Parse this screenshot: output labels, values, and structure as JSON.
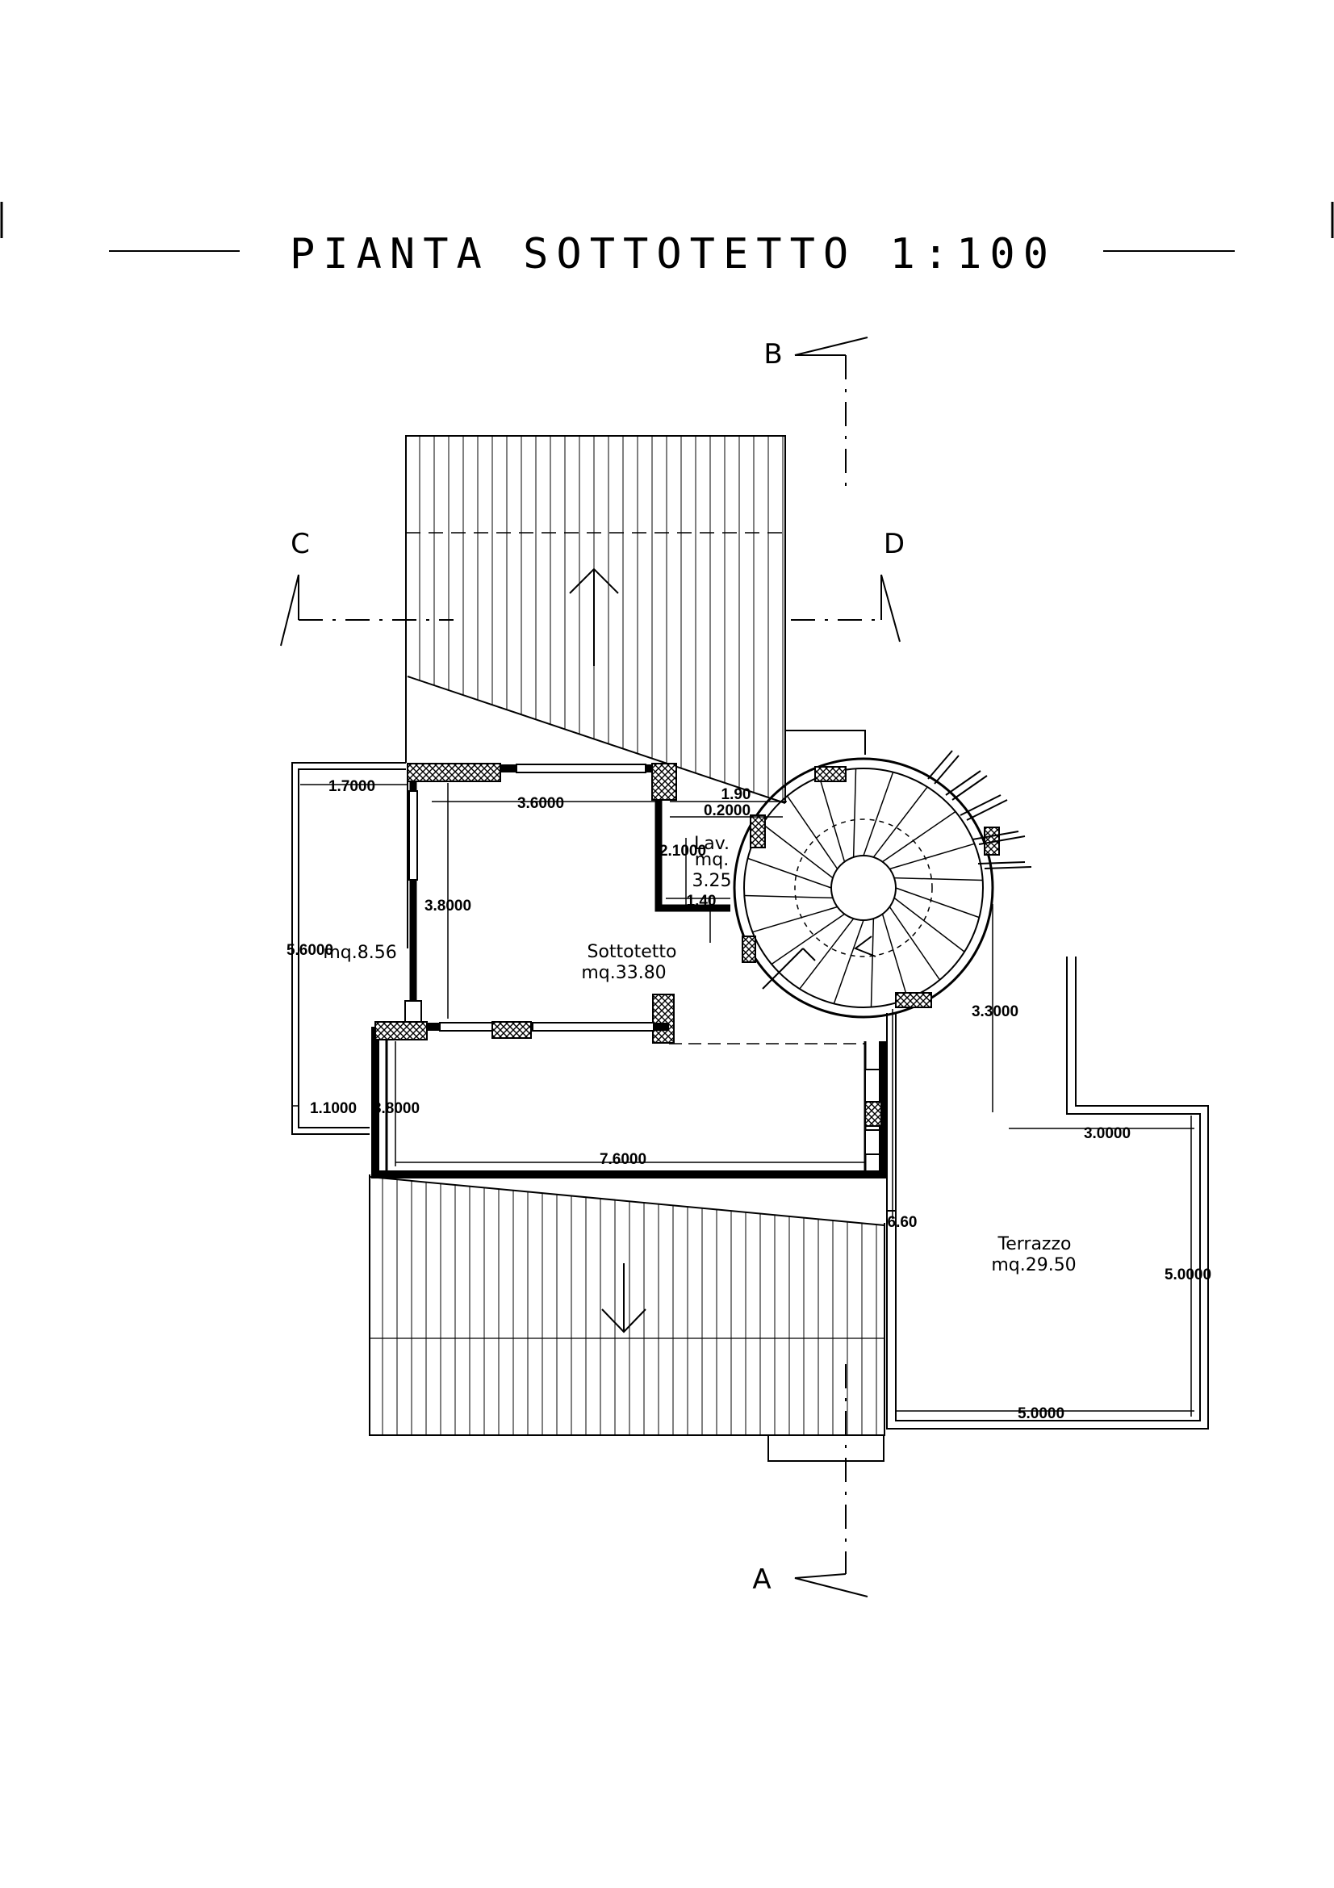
{
  "title": "PIANTA SOTTOTETTO 1:100",
  "sections": {
    "a": "A",
    "b": "B",
    "c": "C",
    "d": "D"
  },
  "rooms": {
    "sottotetto_name": "Sottotetto",
    "sottotetto_area": "mq.33.80",
    "lav_name": "Lav.",
    "lav_mq": "mq.",
    "lav_area": "3.25",
    "left_area": "mq.8.56",
    "terrazzo_name": "Terrazzo",
    "terrazzo_area": "mq.29.50"
  },
  "dimensions": {
    "d1": "1.7000",
    "d2": "3.6000",
    "d3": "1.90",
    "d4": "0.2000",
    "d5": "2.1000",
    "d6": "1.40",
    "d7": "3.8000",
    "d8": "5.6000",
    "d9": "1.1000",
    "d10": "3.8000",
    "d11": "7.6000",
    "d12": "3.3000",
    "d13": "3.0000",
    "d14": "5.0000",
    "d15": "6.60",
    "d16": "5.0000"
  }
}
